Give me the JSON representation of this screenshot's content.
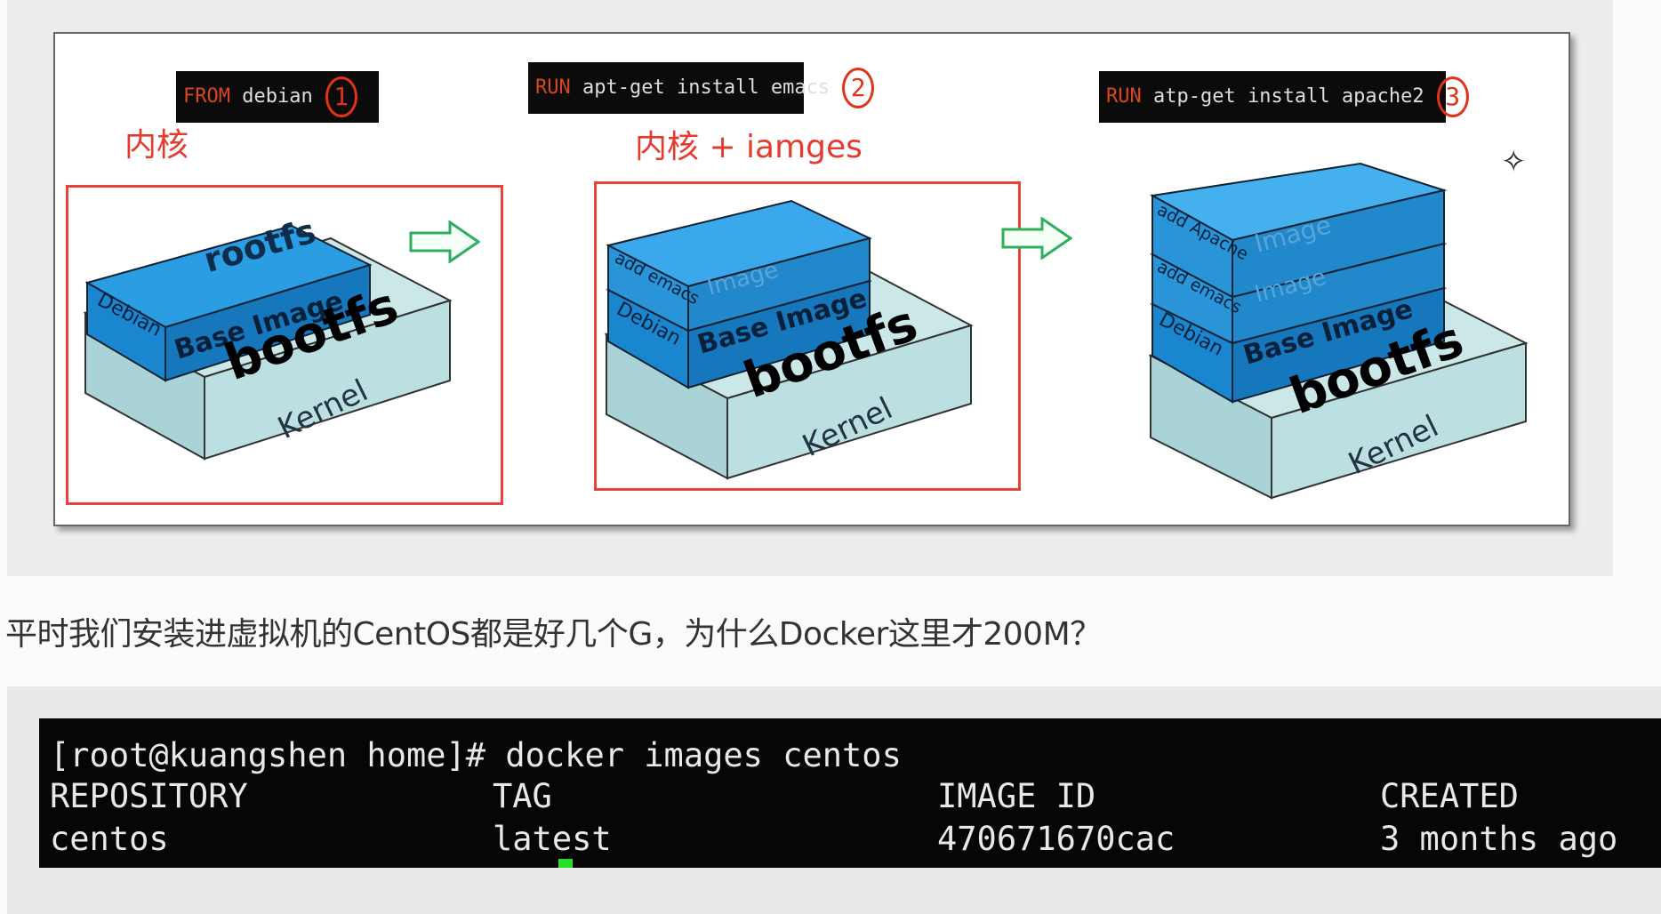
{
  "figure": {
    "stages": [
      {
        "command": {
          "keyword": "FROM",
          "text": " debian",
          "number": "1"
        },
        "note": "内核",
        "layers": {
          "top": "rootfs",
          "base": "Base Image",
          "side": "Debian",
          "middle": "bootfs",
          "bottom": "Kernel"
        }
      },
      {
        "command": {
          "keyword": "RUN",
          "text": " apt-get install emacs",
          "number": "2"
        },
        "note": "内核 + iamges",
        "layers": {
          "top_side": "add emacs",
          "top_face": "Image",
          "base": "Base Image",
          "side": "Debian",
          "middle": "bootfs",
          "bottom": "Kernel"
        }
      },
      {
        "command": {
          "keyword": "RUN",
          "text": " atp-get install apache2",
          "number": "3"
        },
        "layers": {
          "top_side": "add Apache",
          "top_face": "Image",
          "mid_side": "add emacs",
          "mid_face": "Image",
          "base": "Base Image",
          "side": "Debian",
          "middle": "bootfs",
          "bottom": "Kernel"
        }
      }
    ],
    "colors": {
      "annotation": "#e33b2f",
      "layer_blue": "#1f8fd6",
      "kernel_teal": "#a9d3d6",
      "arrow_green": "#2fae5d"
    }
  },
  "question": "平时我们安装进虚拟机的CentOS都是好几个G，为什么Docker这里才200M？",
  "terminal": {
    "prompt_line": "[root@kuangshen home]# docker images centos",
    "columns": [
      "REPOSITORY",
      "TAG",
      "IMAGE ID",
      "CREATED"
    ],
    "rows": [
      [
        "centos",
        "latest",
        "470671670cac",
        "3 months ago"
      ]
    ]
  }
}
